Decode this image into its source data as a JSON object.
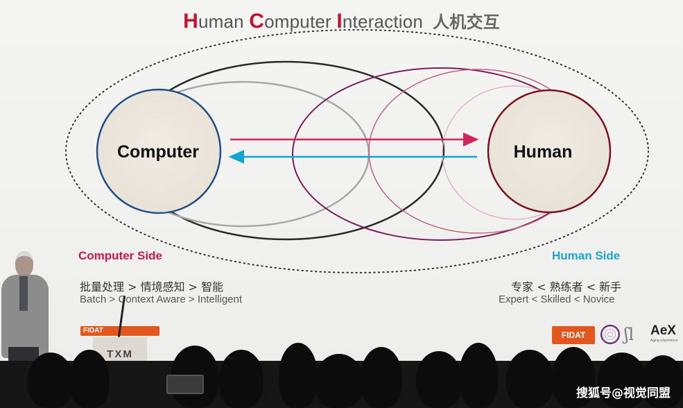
{
  "title": {
    "h": "H",
    "h_rest": "uman ",
    "c": "C",
    "c_rest": "omputer ",
    "i": "I",
    "i_rest": "nteraction",
    "cn": "人机交互"
  },
  "diagram": {
    "computer_label": "Computer",
    "human_label": "Human"
  },
  "computer_side": {
    "label": "Computer Side",
    "zh": "批量处理 > 情境感知 > 智能",
    "en": "Batch > Context Aware > Intelligent"
  },
  "human_side": {
    "label": "Human Side",
    "zh": "专家 < 熟练者 < 新手",
    "en": "Expert < Skilled < Novice"
  },
  "logos": {
    "fidat": "FIDAT",
    "aex": "AeX",
    "aex_sub": "Aging eXperience",
    "podium": "TXM"
  },
  "watermark": "搜狐号@视觉同盟",
  "colors": {
    "accent_red": "#c8102e",
    "human_side": "#1aa6cf",
    "computer_side": "#c8184a",
    "arrow_right": "#d0245c",
    "arrow_left": "#10a6d6"
  }
}
